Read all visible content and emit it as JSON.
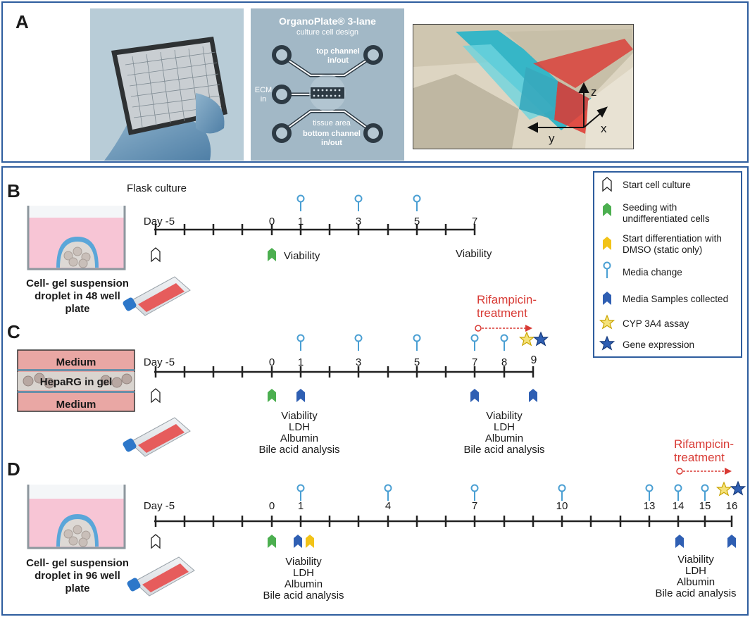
{
  "panels": {
    "a": {
      "letter": "A",
      "schematic": {
        "title": "OrganoPlate® 3-lane",
        "subtitle": "culture cell design",
        "top_label_1": "top channel",
        "top_label_2": "in/out",
        "ecm_1": "ECM",
        "ecm_2": "in",
        "tissue": "tissue area",
        "bottom_label_1": "bottom channel",
        "bottom_label_2": "in/out"
      },
      "axes": {
        "z": "z",
        "y": "y",
        "x": "x"
      }
    },
    "b": {
      "letter": "B",
      "title": "Flask culture",
      "illustration_caption": [
        "Cell- gel suspension",
        "droplet in 48 well",
        "plate"
      ],
      "day_labels": {
        "start": "Day -5",
        "d0": "0",
        "d1": "1",
        "d3": "3",
        "d5": "5",
        "d7": "7"
      },
      "annotations": {
        "viability_d0": "Viability",
        "viability_d7": "Viability"
      }
    },
    "c": {
      "letter": "C",
      "illustration_labels": {
        "top": "Medium",
        "middle": "HepaRG in gel",
        "bottom": "Medium"
      },
      "treatment": [
        "Rifampicin-",
        "treatment"
      ],
      "day_labels": {
        "start": "Day -5",
        "d0": "0",
        "d1": "1",
        "d3": "3",
        "d5": "5",
        "d7": "7",
        "d8": "8",
        "d9": "9"
      },
      "analysis_d1": [
        "Viability",
        "LDH",
        "Albumin",
        "Bile acid analysis"
      ],
      "analysis_d7": [
        "Viability",
        "LDH",
        "Albumin",
        "Bile acid analysis"
      ]
    },
    "d": {
      "letter": "D",
      "illustration_caption": [
        "Cell- gel suspension",
        "droplet in 96 well",
        "plate"
      ],
      "treatment": [
        "Rifampicin-",
        "treatment"
      ],
      "day_labels": {
        "start": "Day -5",
        "d0": "0",
        "d1": "1",
        "d4": "4",
        "d7": "7",
        "d10": "10",
        "d13": "13",
        "d14": "14",
        "d15": "15",
        "d16": "16"
      },
      "analysis_d1": [
        "Viability",
        "LDH",
        "Albumin",
        "Bile acid analysis"
      ],
      "analysis_d14": [
        "Viability",
        "LDH",
        "Albumin",
        "Bile acid analysis"
      ]
    }
  },
  "legend": {
    "start": "Start cell culture",
    "seeding": [
      "Seeding with",
      "undifferentiated cells"
    ],
    "differentiation": [
      "Start differentiation with",
      "DMSO (static only)"
    ],
    "media_change": "Media change",
    "media_samples": "Media Samples collected",
    "cyp": "CYP 3A4 assay",
    "gene": "Gene expression"
  },
  "colors": {
    "frame": "#2e5d9e",
    "seeding_green": "#4caf50",
    "diff_yellow": "#f2c318",
    "sample_blue": "#2f5fb3",
    "media_change": "#4a9fd3",
    "treatment_red": "#d83a34",
    "star_yellow": "#f5e27a",
    "star_blue": "#2f5fb3"
  }
}
